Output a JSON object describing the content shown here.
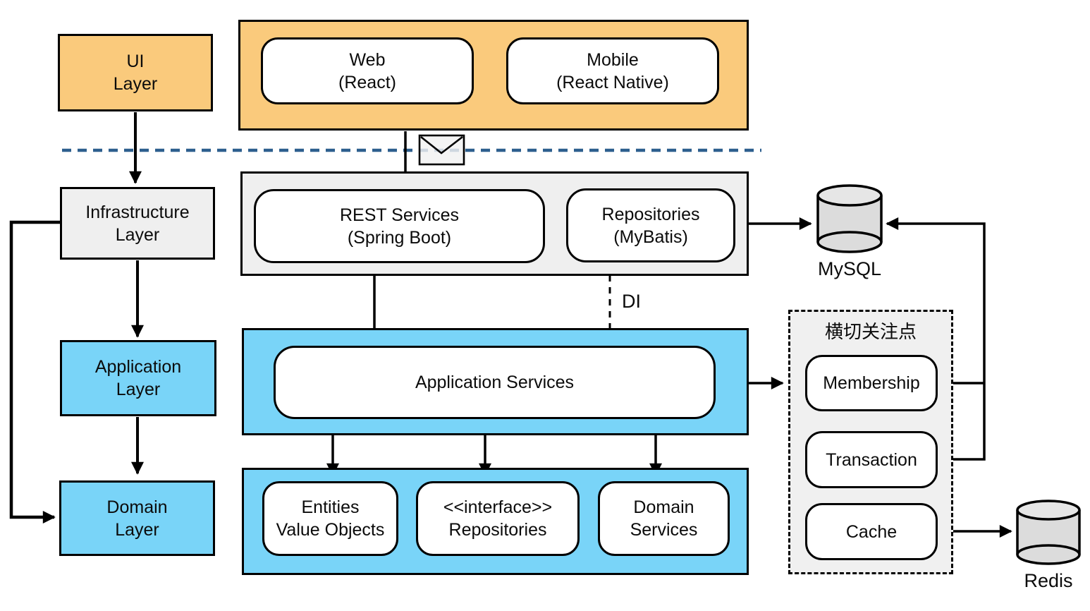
{
  "diagram": {
    "title": "Layered architecture diagram",
    "colors": {
      "layer_orange": "#FACA7C",
      "layer_blue": "#79D4F8",
      "container_gray": "#EFEFEF",
      "divider_blue": "#2D5F8E",
      "cylinder_gray": "#DCDCDC",
      "line_black": "#000000"
    }
  },
  "layers": {
    "ui": {
      "lines": [
        "UI",
        "Layer"
      ]
    },
    "infrastructure": {
      "lines": [
        "Infrastructure",
        "Layer"
      ]
    },
    "application": {
      "lines": [
        "Application",
        "Layer"
      ]
    },
    "domain": {
      "lines": [
        "Domain",
        "Layer"
      ]
    }
  },
  "client_tier": {
    "web": {
      "lines": [
        "Web",
        "(React)"
      ]
    },
    "mobile": {
      "lines": [
        "Mobile",
        "(React Native)"
      ]
    }
  },
  "service_tier": {
    "rest": {
      "lines": [
        "REST Services",
        "(Spring Boot)"
      ]
    },
    "repositories": {
      "lines": [
        "Repositories",
        "(MyBatis)"
      ]
    }
  },
  "application_tier": {
    "app_services": {
      "label": "Application Services"
    }
  },
  "domain_tier": {
    "entities": {
      "lines": [
        "Entities",
        "Value Objects"
      ]
    },
    "interface_repositories": {
      "lines": [
        "<<interface>>",
        "Repositories"
      ]
    },
    "domain_services": {
      "lines": [
        "Domain",
        "Services"
      ]
    }
  },
  "cross_cutting": {
    "title": "横切关注点",
    "membership": {
      "label": "Membership"
    },
    "transaction": {
      "label": "Transaction"
    },
    "cache": {
      "label": "Cache"
    }
  },
  "databases": {
    "mysql": {
      "label": "MySQL"
    },
    "redis": {
      "label": "Redis"
    }
  },
  "annotations": {
    "di": "DI"
  }
}
